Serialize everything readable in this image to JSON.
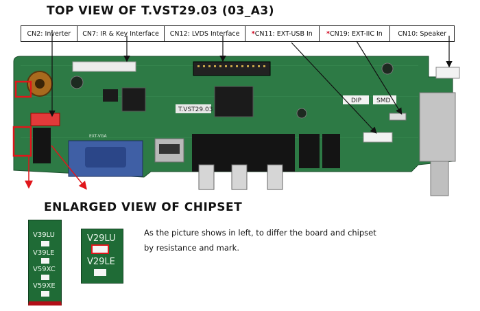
{
  "top_title": "TOP VIEW OF T.VST29.03 (03_A3)",
  "chip_title": "ENLARGED VIEW OF CHIPSET",
  "connectors": [
    {
      "label": "CN2: Inverter",
      "marked": false
    },
    {
      "label": "CN7: IR & Key Interface",
      "marked": false
    },
    {
      "label": "CN12: LVDS Interface",
      "marked": false
    },
    {
      "label": "CN11: EXT-USB In",
      "marked": true
    },
    {
      "label": "CN19: EXT-IIC In",
      "marked": true
    },
    {
      "label": "CN10: Speaker",
      "marked": false
    }
  ],
  "star_mark": "*",
  "board_labels": {
    "model": "T.VST29.03",
    "dip": "DIP",
    "smd": "SMD",
    "ext_vga": "EXT-VGA"
  },
  "chip_small_labels": [
    "V39LU",
    "V39LE",
    "V59XC",
    "V59XE"
  ],
  "chip_large_labels": [
    "V29LU",
    "V29LE"
  ],
  "description": [
    "As the picture shows in left, to differ the board and chipset",
    "by resistance and mark."
  ],
  "colors": {
    "pcb_green": "#2d7a45",
    "highlight_red": "#e0161b",
    "star_red": "#d0021b"
  }
}
